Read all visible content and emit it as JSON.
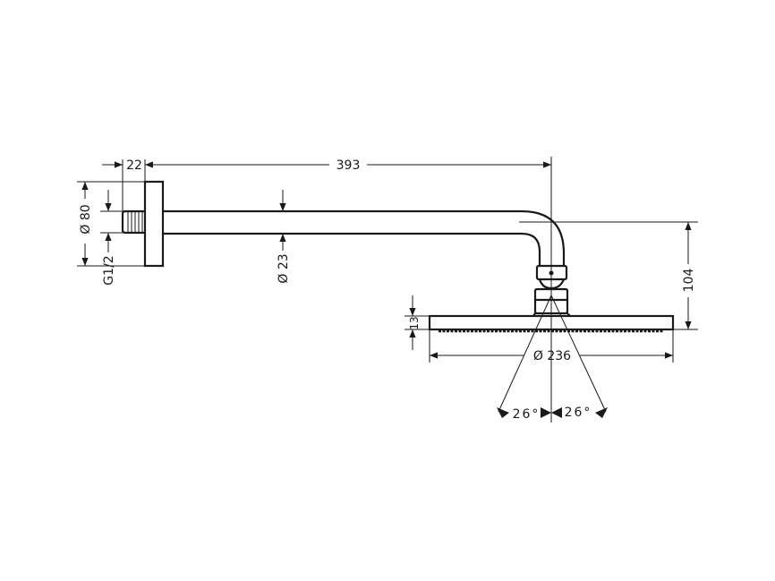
{
  "drawing": {
    "title": "Shower arm with overhead shower - dimension drawing",
    "dimensions": {
      "flange_depth": "22",
      "arm_length": "393",
      "flange_diameter": "Ø 80",
      "thread": "G1/2",
      "arm_diameter": "Ø 23",
      "head_drop": "104",
      "head_thickness": "13",
      "head_diameter": "Ø 236",
      "spray_angle_left": "26°",
      "spray_angle_right": "26°"
    },
    "colors": {
      "line": "#1a1a1a",
      "background": "#ffffff"
    }
  }
}
